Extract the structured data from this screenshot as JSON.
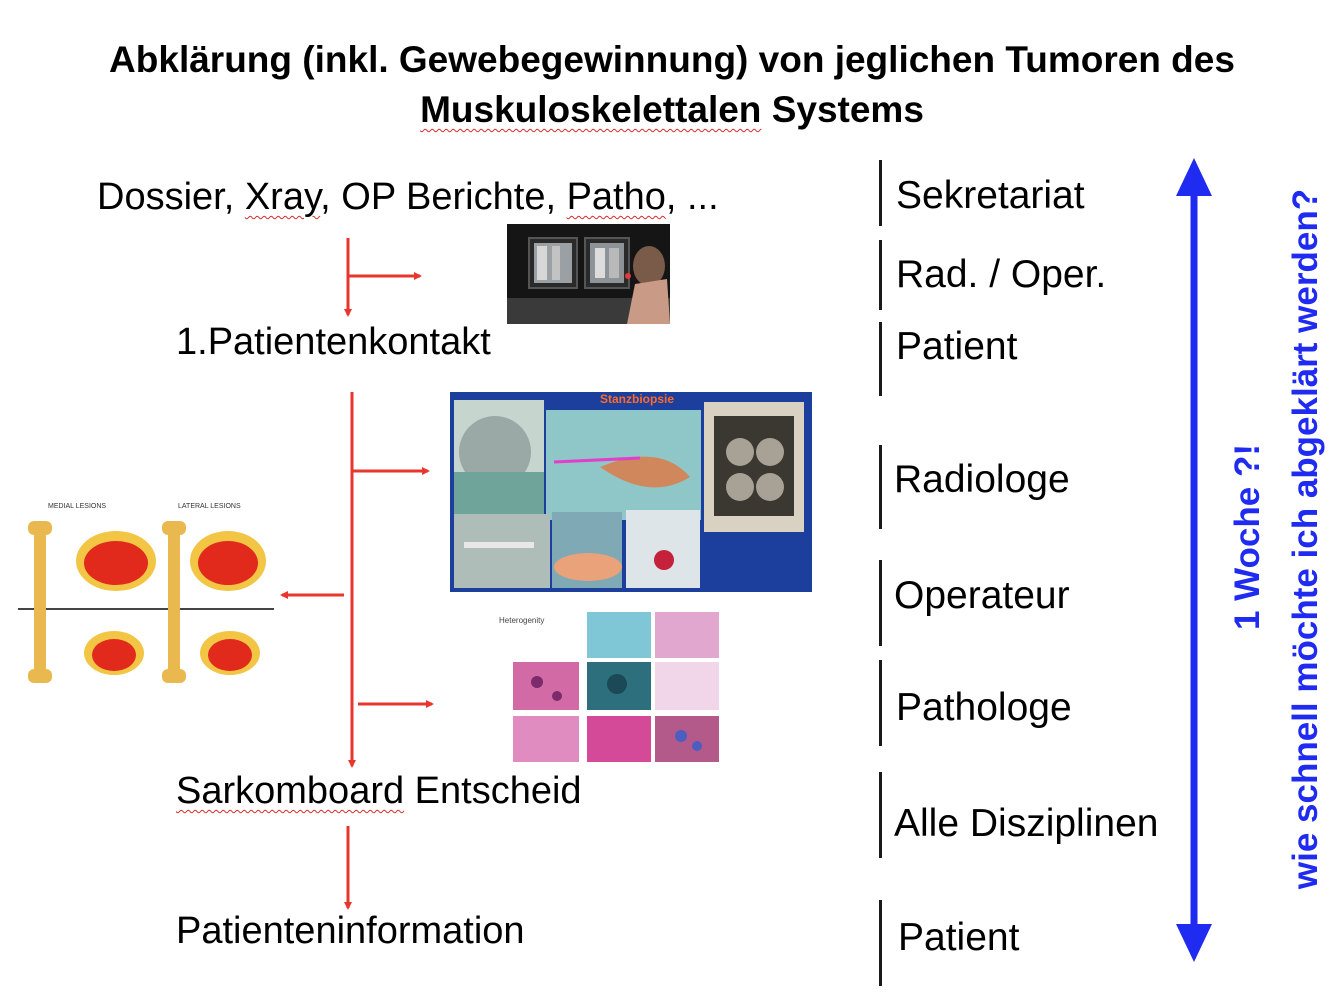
{
  "title": {
    "line1": "Abklärung (inkl. Gewebegewinnung) von jeglichen Tumoren des",
    "line2_a": "Muskuloskelettalen",
    "line2_b": " Systems"
  },
  "flow": {
    "step1_parts": [
      "Dossier, ",
      "Xray",
      ", OP Berichte, ",
      "Patho",
      ", ..."
    ],
    "step2": "1.Patientenkontakt",
    "step3_a": "Sarkomboard",
    "step3_b": " Entscheid",
    "step4": "Patienteninformation"
  },
  "images": {
    "biopsy_label": "Stanzbiopsie",
    "histology_label": "Heterogenity",
    "anatomy_medial": "MEDIAL LESIONS",
    "anatomy_lateral": "LATERAL LESIONS"
  },
  "roles": [
    "Sekretariat",
    "Rad. / Oper.",
    "Patient",
    "Radiologe",
    "Operateur",
    "Pathologe",
    "Alle Disziplinen",
    "Patient"
  ],
  "timeline": {
    "line1": "1 Woche ?!",
    "line2": "wie schnell möchte ich abgeklärt werden?"
  },
  "colors": {
    "arrow_red": "#e8362c",
    "timeline_blue": "#1f2bf0",
    "squiggle_red": "#d42a2a"
  }
}
